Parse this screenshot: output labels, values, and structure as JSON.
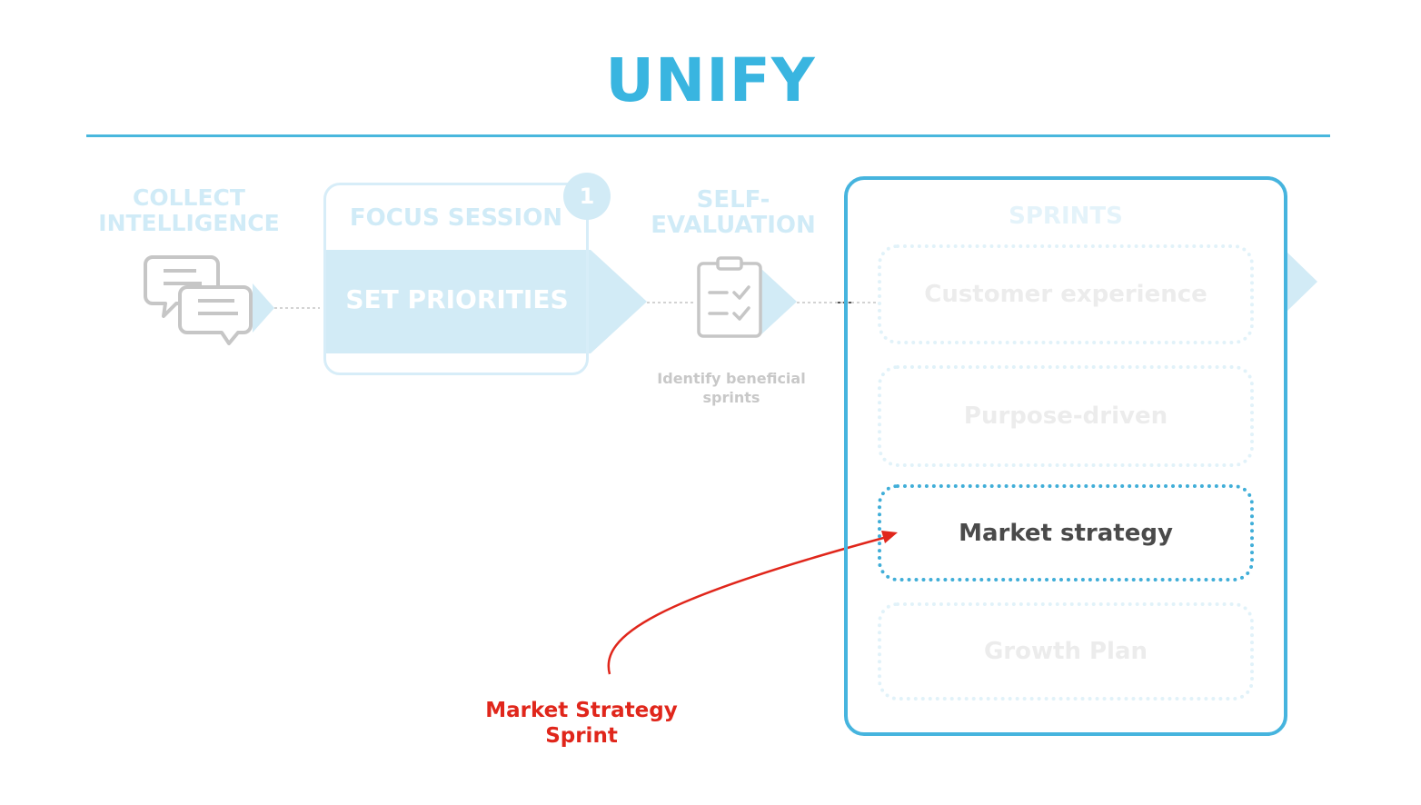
{
  "title": "UNIFY",
  "steps": {
    "collect": {
      "label_line1": "COLLECT",
      "label_line2": "INTELLIGENCE",
      "icon": "chat-bubbles-icon"
    },
    "focus": {
      "label": "FOCUS SESSION",
      "badge": "1",
      "band_label": "SET PRIORITIES"
    },
    "self_eval": {
      "label_line1": "SELF-",
      "label_line2": "EVALUATION",
      "icon": "clipboard-check-icon",
      "caption_line1": "Identify beneficial",
      "caption_line2": "sprints"
    },
    "sprints": {
      "label": "SPRINTS",
      "items": [
        {
          "label": "Customer experience",
          "active": false
        },
        {
          "label": "Purpose-driven",
          "active": false
        },
        {
          "label": "Market strategy",
          "active": true
        },
        {
          "label": "Growth Plan",
          "active": false
        }
      ]
    }
  },
  "callout": {
    "line1": "Market Strategy",
    "line2": "Sprint"
  },
  "colors": {
    "accent": "#39b5e0",
    "faint_blue": "#d2ebf6",
    "callout_red": "#e0261b",
    "icon_gray": "#c6c6c6"
  }
}
